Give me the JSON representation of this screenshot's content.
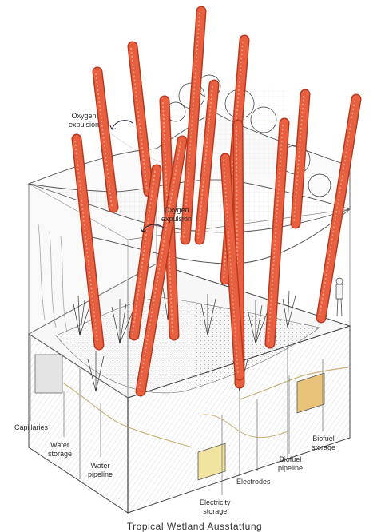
{
  "labels": {
    "oxygen_top": [
      "Oxygen",
      "expulsion"
    ],
    "oxygen_mid": [
      "Oxygen",
      "expulsion"
    ],
    "capillaries": "Capillaries",
    "water_storage": [
      "Water",
      "storage"
    ],
    "water_pipeline": [
      "Water",
      "pipeline"
    ],
    "electricity_storage": [
      "Electricity",
      "storage"
    ],
    "electrodes": "Electrodes",
    "biofuel_pipeline": [
      "Biofuel",
      "pipeline"
    ],
    "biofuel_storage": [
      "Biofuel",
      "storage"
    ]
  },
  "caption": "Tropical Wetland Ausstattung",
  "colors": {
    "tube": "#e8603f",
    "tube_edge": "#b63a20",
    "ink": "#3a3a3a",
    "storage_fill": "#f1e3a0",
    "biofuel_fill": "#e9c37a"
  }
}
